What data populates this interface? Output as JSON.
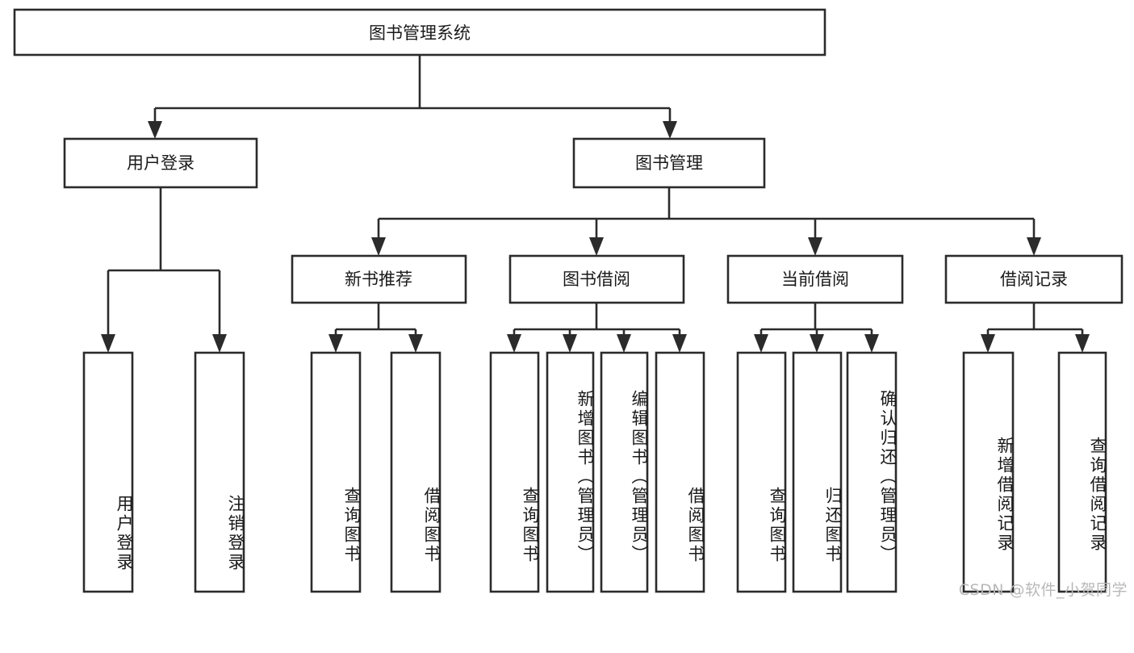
{
  "diagram": {
    "title": "图书管理系统",
    "type": "hierarchical-tree",
    "watermark": "CSDN @软件_小贺同学",
    "colors": {
      "stroke": "#2b2b2b",
      "fill": "#ffffff",
      "text": "#1a1a1a",
      "watermark": "#b8b8b8"
    },
    "root": {
      "label": "图书管理系统"
    },
    "level1": [
      {
        "label": "用户登录"
      },
      {
        "label": "图书管理"
      }
    ],
    "level2": [
      {
        "label": "新书推荐"
      },
      {
        "label": "图书借阅"
      },
      {
        "label": "当前借阅"
      },
      {
        "label": "借阅记录"
      }
    ],
    "leaves": {
      "user_login": [
        {
          "label": "用户登录"
        },
        {
          "label": "注销登录"
        }
      ],
      "new_book_recommend": [
        {
          "label": "查询图书"
        },
        {
          "label": "借阅图书"
        }
      ],
      "book_borrow": [
        {
          "label": "查询图书"
        },
        {
          "label": "新增图书（管理员）"
        },
        {
          "label": "编辑图书（管理员）"
        },
        {
          "label": "借阅图书"
        }
      ],
      "current_borrow": [
        {
          "label": "查询图书"
        },
        {
          "label": "归还图书"
        },
        {
          "label": "确认归还（管理员）"
        }
      ],
      "borrow_record": [
        {
          "label": "新增借阅记录"
        },
        {
          "label": "查询借阅记录"
        }
      ]
    }
  }
}
